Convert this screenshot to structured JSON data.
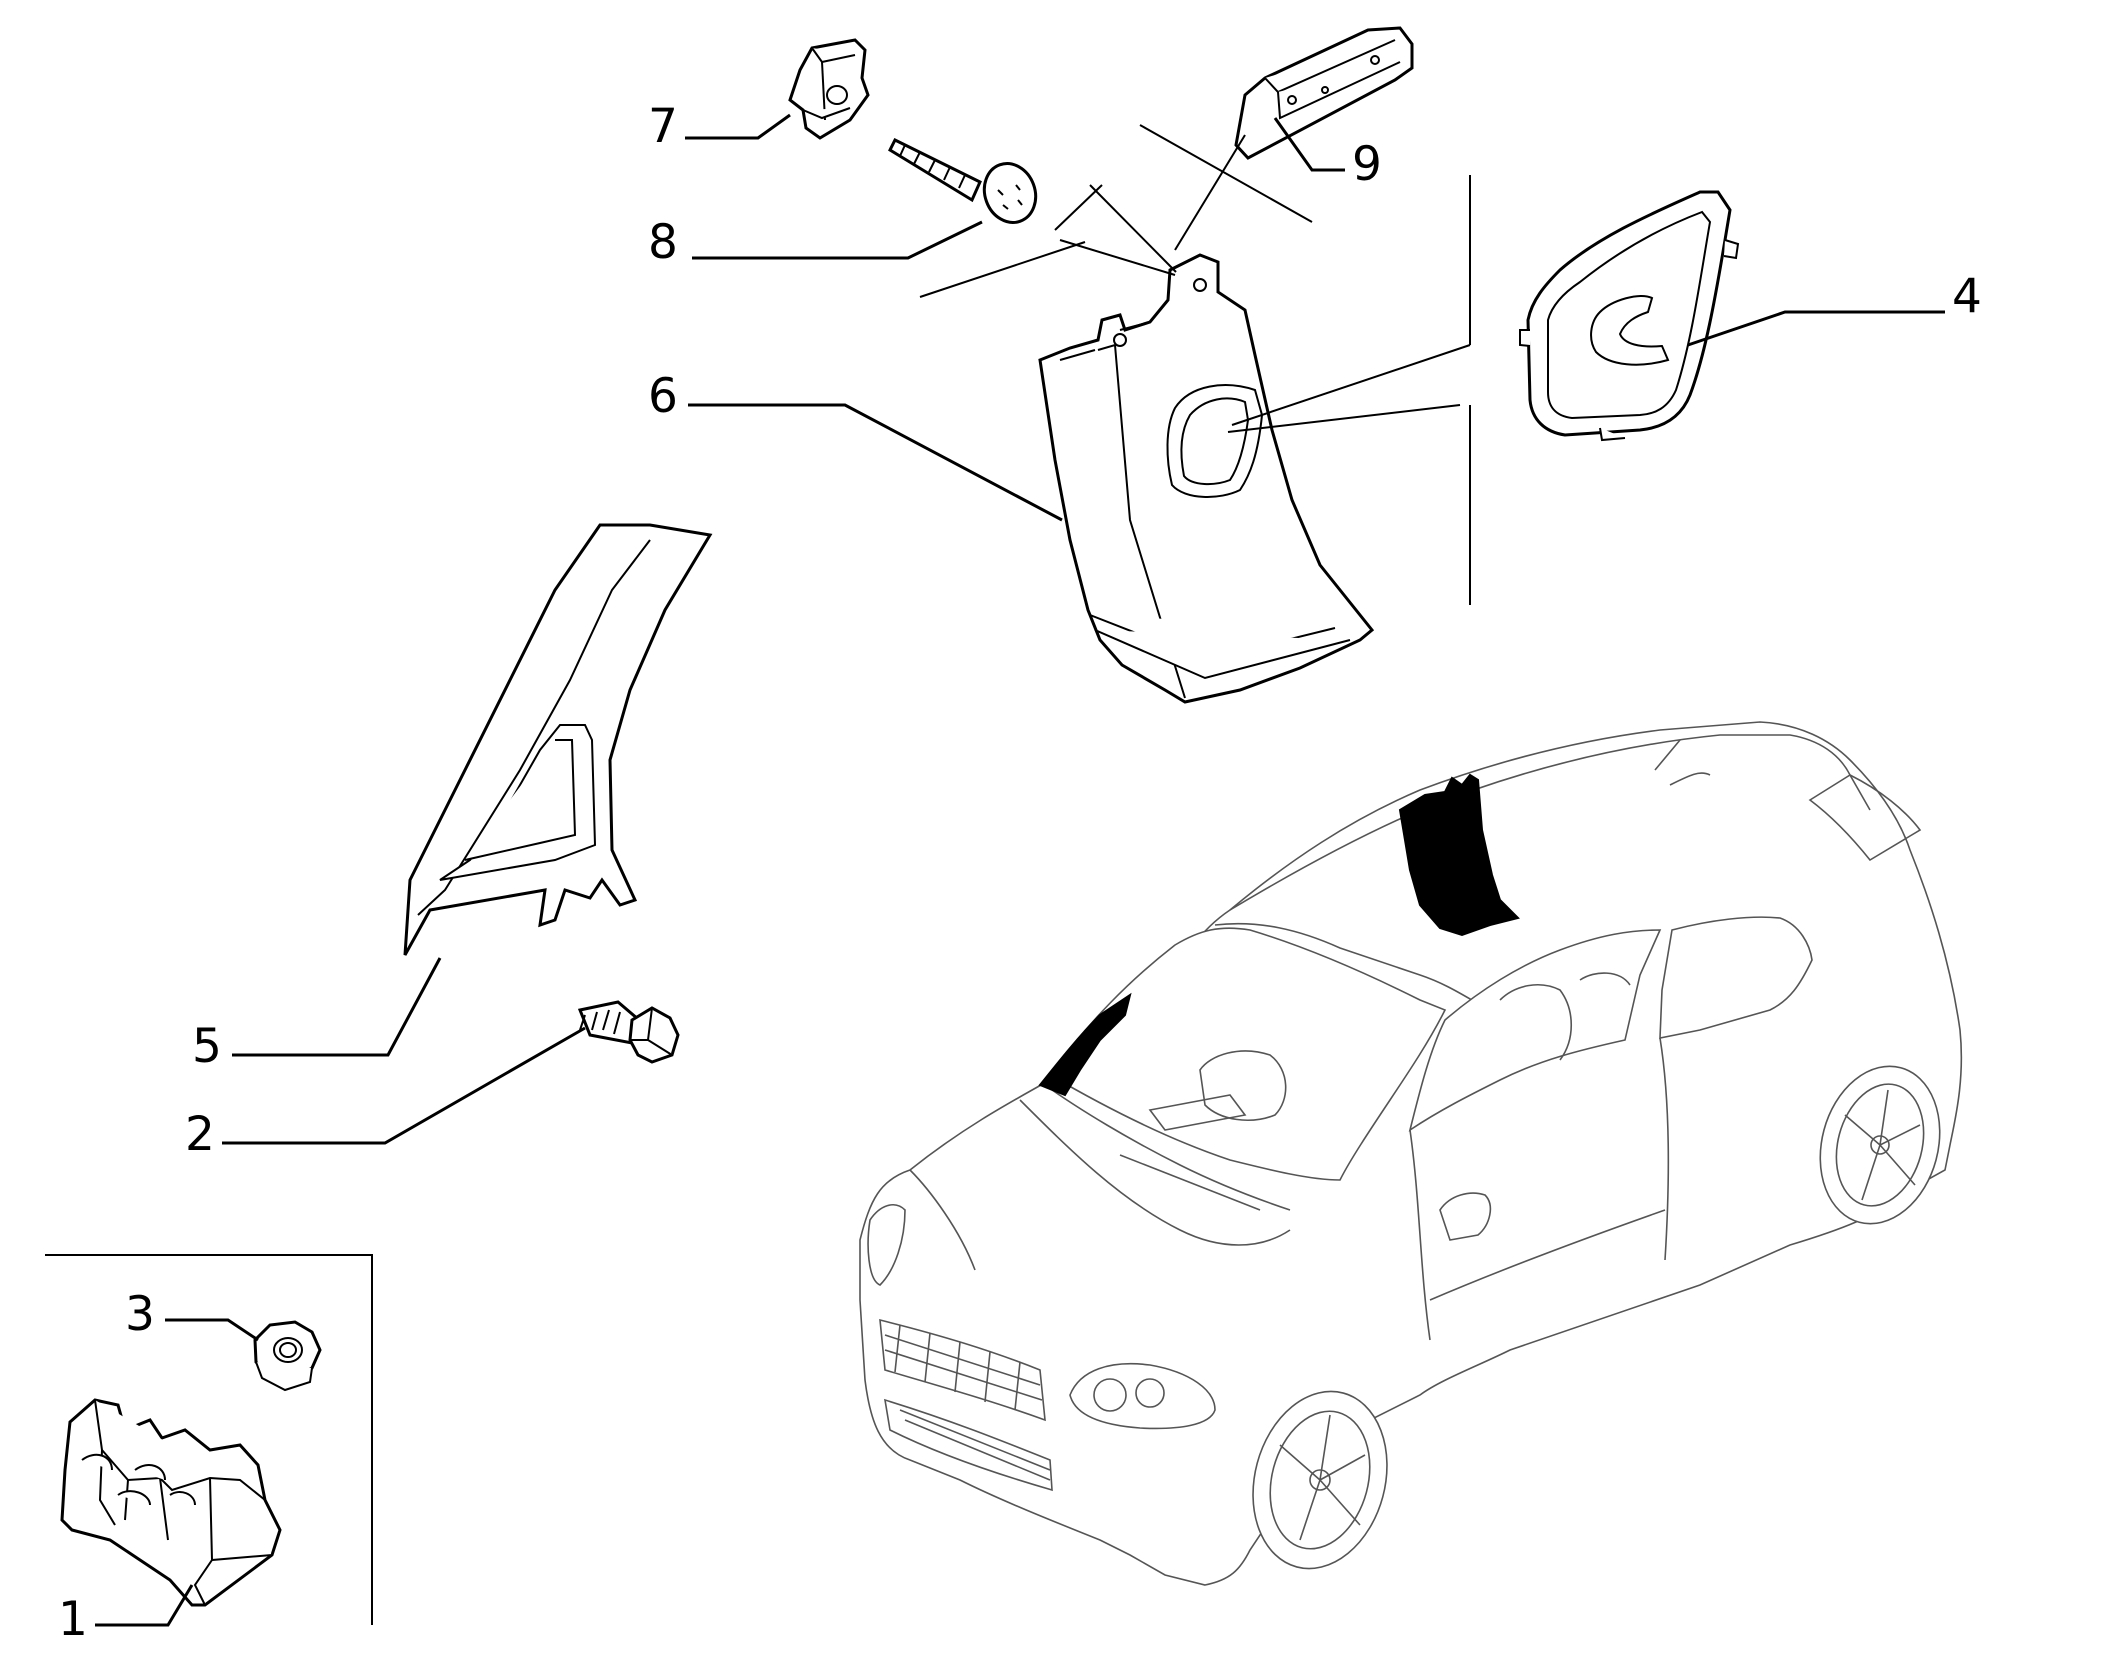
{
  "labels": {
    "p1": "1",
    "p2": "2",
    "p3": "3",
    "p4": "4",
    "p5": "5",
    "p6": "6",
    "p7": "7",
    "p8": "8",
    "p9": "9"
  },
  "colors": {
    "line": "#000000",
    "highlight": "#000000",
    "background": "#ffffff"
  }
}
